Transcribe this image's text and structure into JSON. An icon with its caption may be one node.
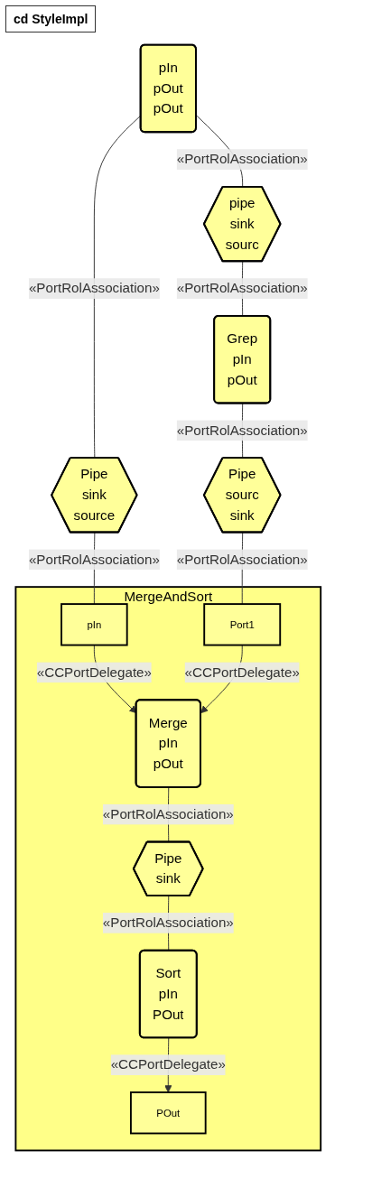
{
  "diagram": {
    "title": "cd StyleImpl",
    "nodes": [
      {
        "text": [
          "pIn",
          "pOut",
          "pOut"
        ]
      },
      {
        "text": [
          "Pipe",
          "sink",
          "source"
        ]
      },
      {
        "text": [
          "pipe",
          "sink",
          "sourc"
        ]
      },
      {
        "text": [
          "Grep",
          "pIn",
          "pOut"
        ]
      },
      {
        "text": [
          "Pipe",
          "sourc",
          "sink"
        ]
      },
      {
        "text": [
          "MergeAndSort"
        ]
      },
      {
        "text": [
          "pIn"
        ],
        "in": 5
      },
      {
        "text": [
          "Port1"
        ],
        "in": 5
      },
      {
        "text": [
          "Merge",
          "pIn",
          "pOut"
        ],
        "in": 5
      },
      {
        "text": [
          "Pipe",
          "sink"
        ],
        "in": 5
      },
      {
        "text": [
          "Sort",
          "pIn",
          "POut"
        ],
        "in": 5
      },
      {
        "text": [
          "POut"
        ],
        "in": 5
      }
    ],
    "edges": [
      {
        "from": 0,
        "to": 1,
        "arrow": "none",
        "label": "«PortRolAssociation»"
      },
      {
        "from": 0,
        "to": 2,
        "arrow": "none",
        "label": "«PortRolAssociation»"
      },
      {
        "from": 2,
        "to": 3,
        "arrow": "none",
        "label": "«PortRolAssociation»"
      },
      {
        "from": 3,
        "to": 4,
        "arrow": "none",
        "label": "«PortRolAssociation»"
      },
      {
        "from": 1,
        "to": 6,
        "arrow": "none",
        "label": "«PortRolAssociation»"
      },
      {
        "from": 4,
        "to": 7,
        "arrow": "none",
        "label": "«PortRolAssociation»"
      },
      {
        "from": 6,
        "to": 8,
        "arrow": "to",
        "label": "«CCPortDelegate»"
      },
      {
        "from": 7,
        "to": 8,
        "arrow": "to",
        "label": "«CCPortDelegate»"
      },
      {
        "from": 8,
        "to": 9,
        "arrow": "none",
        "label": "«PortRolAssociation»"
      },
      {
        "from": 9,
        "to": 10,
        "arrow": "none",
        "label": "«PortRolAssociation»"
      },
      {
        "from": 10,
        "to": 11,
        "arrow": "to",
        "label": "«CCPortDelegate»"
      }
    ]
  }
}
